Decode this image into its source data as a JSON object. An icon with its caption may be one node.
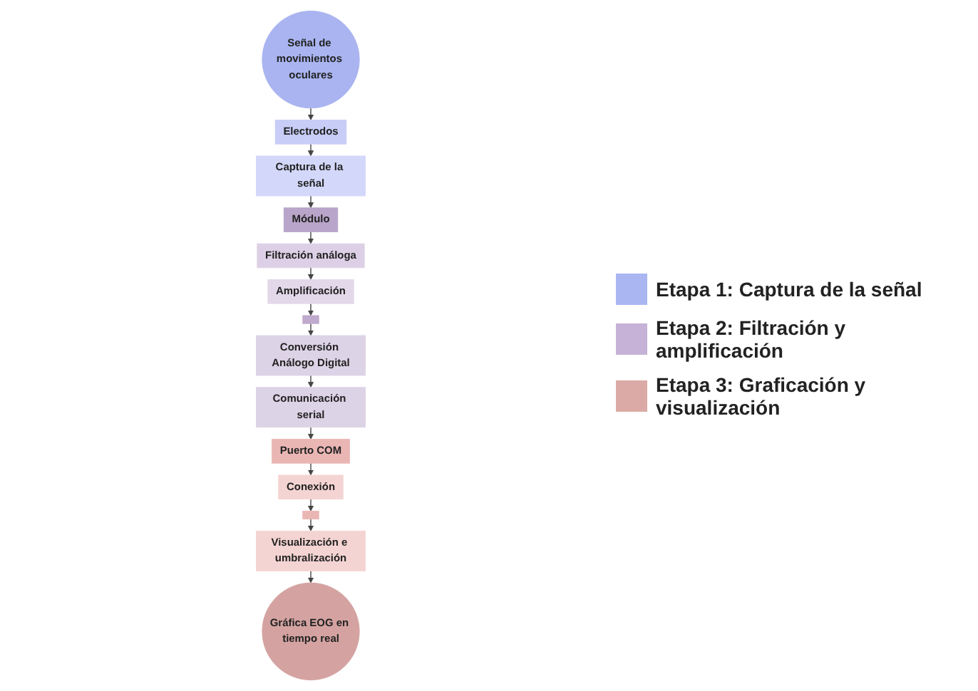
{
  "diagram": {
    "nodes": [
      {
        "text": [
          "Señal de movimientos oculares"
        ]
      },
      {
        "text": [
          "Electrodos"
        ]
      },
      {
        "text": [
          "Captura de la señal"
        ]
      },
      {
        "text": [
          "Módulo"
        ]
      },
      {
        "text": [
          "Filtración análoga"
        ]
      },
      {
        "text": [
          "Amplificación"
        ]
      },
      {
        "text": [],
        "shape": "box"
      },
      {
        "text": [
          "Conversión Análogo Digital"
        ]
      },
      {
        "text": [
          "Comunicación serial"
        ]
      },
      {
        "text": [
          "Puerto COM"
        ]
      },
      {
        "text": [
          "Conexión"
        ]
      },
      {
        "text": [],
        "shape": "box"
      },
      {
        "text": [
          "Visualización e umbralización"
        ]
      },
      {
        "text": [
          "Gráfica EOG en tiempo real"
        ]
      }
    ],
    "edges": [
      {
        "from": 0,
        "to": 1,
        "arrow": "to"
      },
      {
        "from": 1,
        "to": 2,
        "arrow": "to"
      },
      {
        "from": 2,
        "to": 3,
        "arrow": "to"
      },
      {
        "from": 3,
        "to": 4,
        "arrow": "to"
      },
      {
        "from": 4,
        "to": 5,
        "arrow": "to"
      },
      {
        "from": 5,
        "to": 6,
        "arrow": "to"
      },
      {
        "from": 6,
        "to": 7,
        "arrow": "to"
      },
      {
        "from": 7,
        "to": 8,
        "arrow": "to"
      },
      {
        "from": 8,
        "to": 9,
        "arrow": "to"
      },
      {
        "from": 9,
        "to": 10,
        "arrow": "to"
      },
      {
        "from": 10,
        "to": 11,
        "arrow": "to"
      },
      {
        "from": 11,
        "to": 12,
        "arrow": "to"
      },
      {
        "from": 12,
        "to": 13,
        "arrow": "to"
      }
    ],
    "legend": [
      {
        "text": "Etapa 1: Captura de la señal",
        "color": "#a9b6f2"
      },
      {
        "text": "Etapa 2: Filtración y amplificación",
        "color": "#c5b2d6"
      },
      {
        "text": "Etapa 3: Graficación y visualización",
        "color": "#dcaaa6"
      }
    ]
  }
}
